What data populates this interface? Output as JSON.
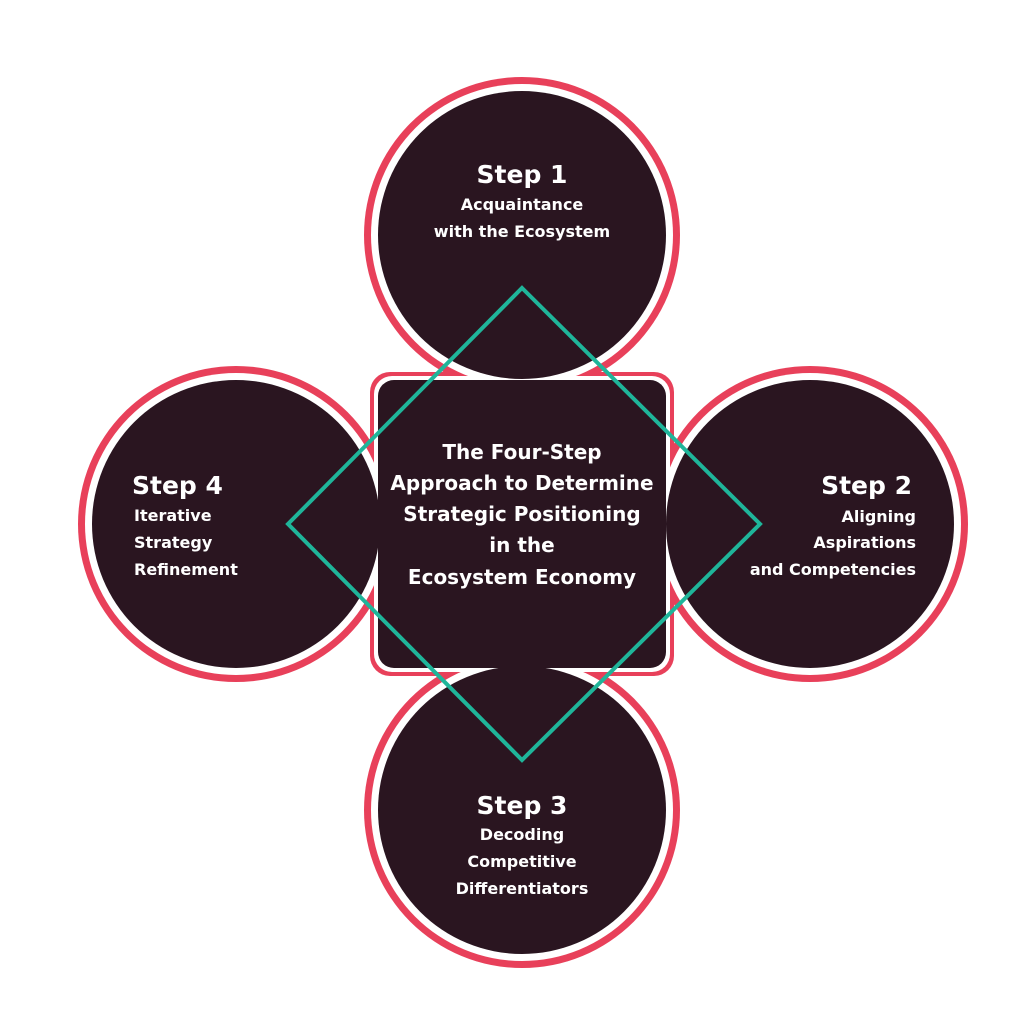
{
  "colors": {
    "fill": "#2a1520",
    "outline": "#e8405a",
    "diamond": "#1fb59a",
    "text": "#ffffff",
    "background": "#ffffff"
  },
  "center": {
    "lines": [
      "The Four-Step",
      "Approach to Determine",
      "Strategic Positioning",
      "in the",
      "Ecosystem Economy"
    ]
  },
  "steps": [
    {
      "title": "Step 1",
      "lines": [
        "Acquaintance",
        "with the Ecosystem"
      ]
    },
    {
      "title": "Step 2",
      "lines": [
        "Aligning",
        "Aspirations",
        "and Competencies"
      ]
    },
    {
      "title": "Step 3",
      "lines": [
        "Decoding",
        "Competitive",
        "Differentiators"
      ]
    },
    {
      "title": "Step 4",
      "lines": [
        "Iterative",
        "Strategy",
        "Refinement"
      ]
    }
  ]
}
